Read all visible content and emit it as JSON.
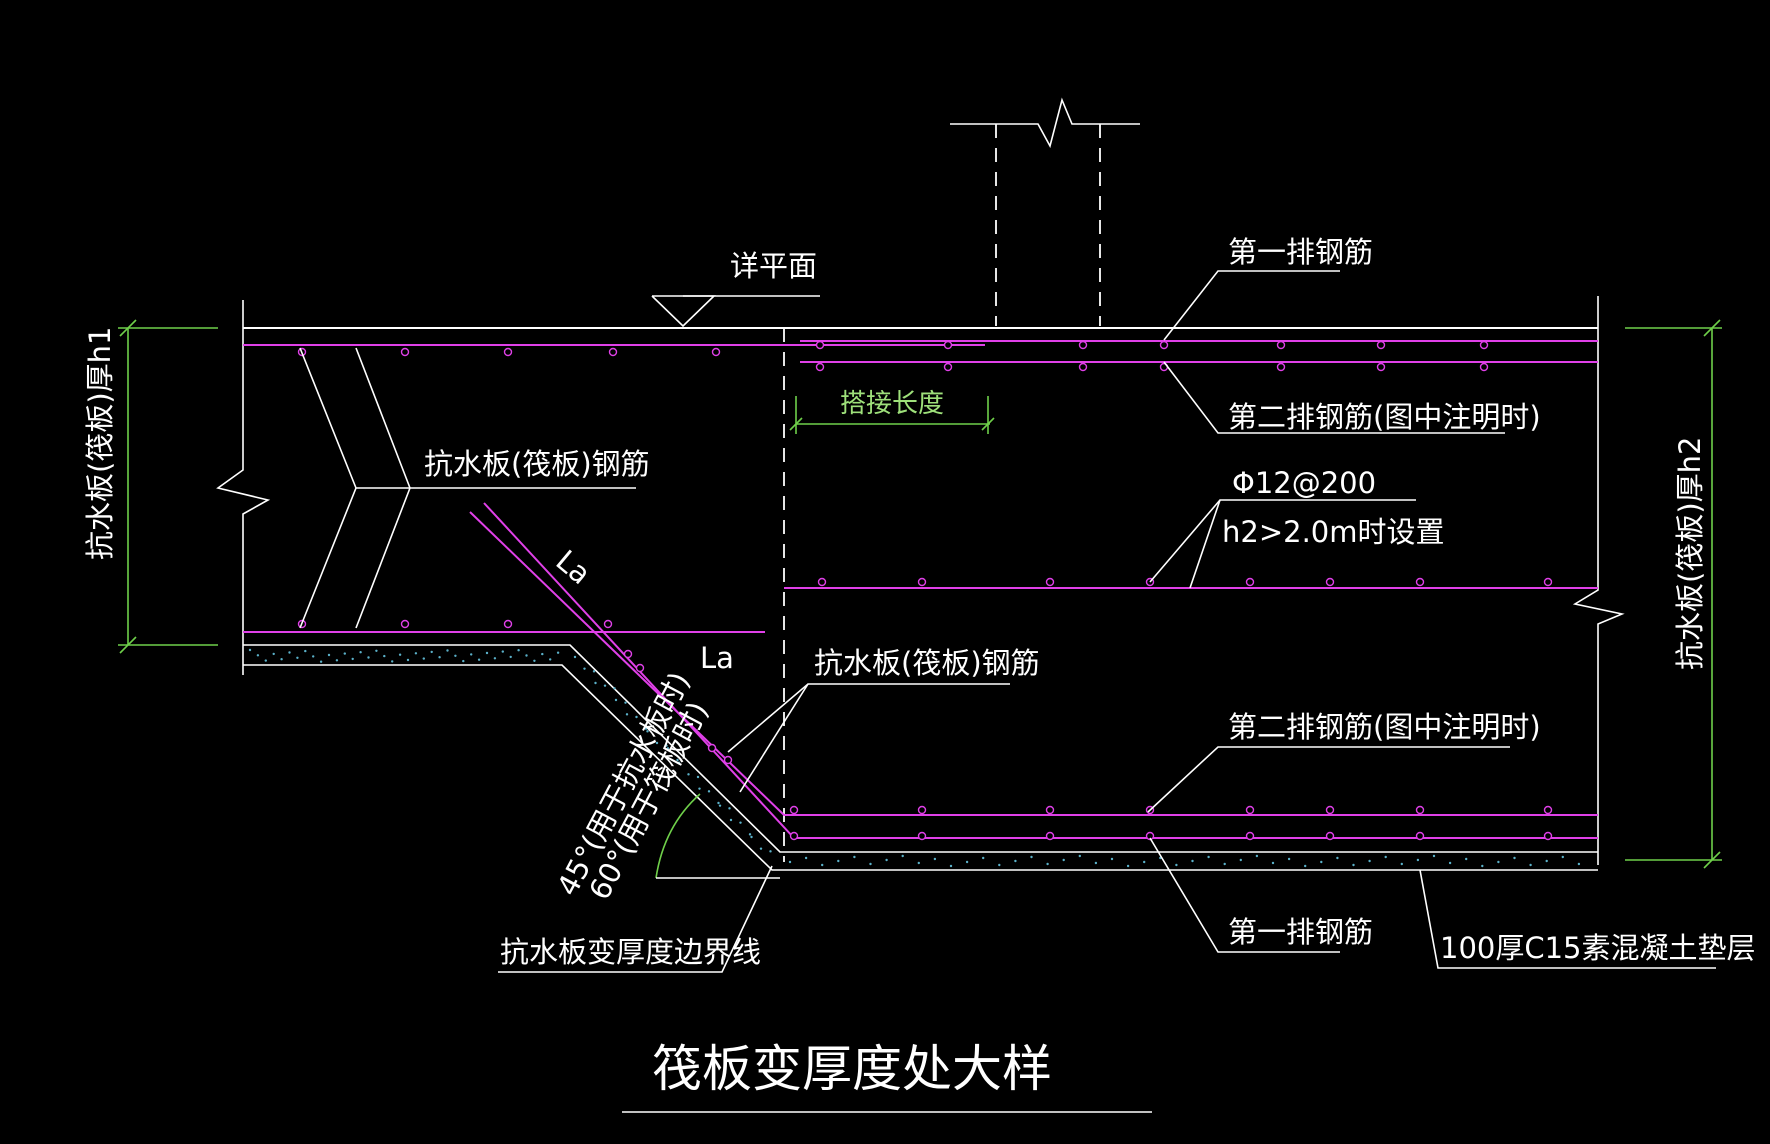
{
  "labels": {
    "plan_ref": "详平面",
    "first_row_top": "第一排钢筋",
    "second_row_top": "第二排钢筋(图中注明时)",
    "lap_length": "搭接长度",
    "rebar_spec": "Φ12@200",
    "rebar_condition": "h2>2.0m时设置",
    "slab_rebar_left": "抗水板(筏板)钢筋",
    "slab_rebar_mid": "抗水板(筏板)钢筋",
    "la_upper": "La",
    "la_lower": "La",
    "second_row_bottom": "第二排钢筋(图中注明时)",
    "first_row_bottom": "第一排钢筋",
    "angle_45": "45°(用于抗水板时)",
    "angle_60": "60°(用于筏板时)",
    "boundary_line": "抗水板变厚度边界线",
    "cushion": "100厚C15素混凝土垫层",
    "thickness_left": "抗水板(筏板)厚h1",
    "thickness_right": "抗水板(筏板)厚h2",
    "title": "筏板变厚度处大样"
  },
  "colors": {
    "background": "#000000",
    "linework": "#ffffff",
    "rebar": "#e040e8",
    "dimension": "#6fd04a",
    "concrete_hatch": "#5ab0c8"
  }
}
